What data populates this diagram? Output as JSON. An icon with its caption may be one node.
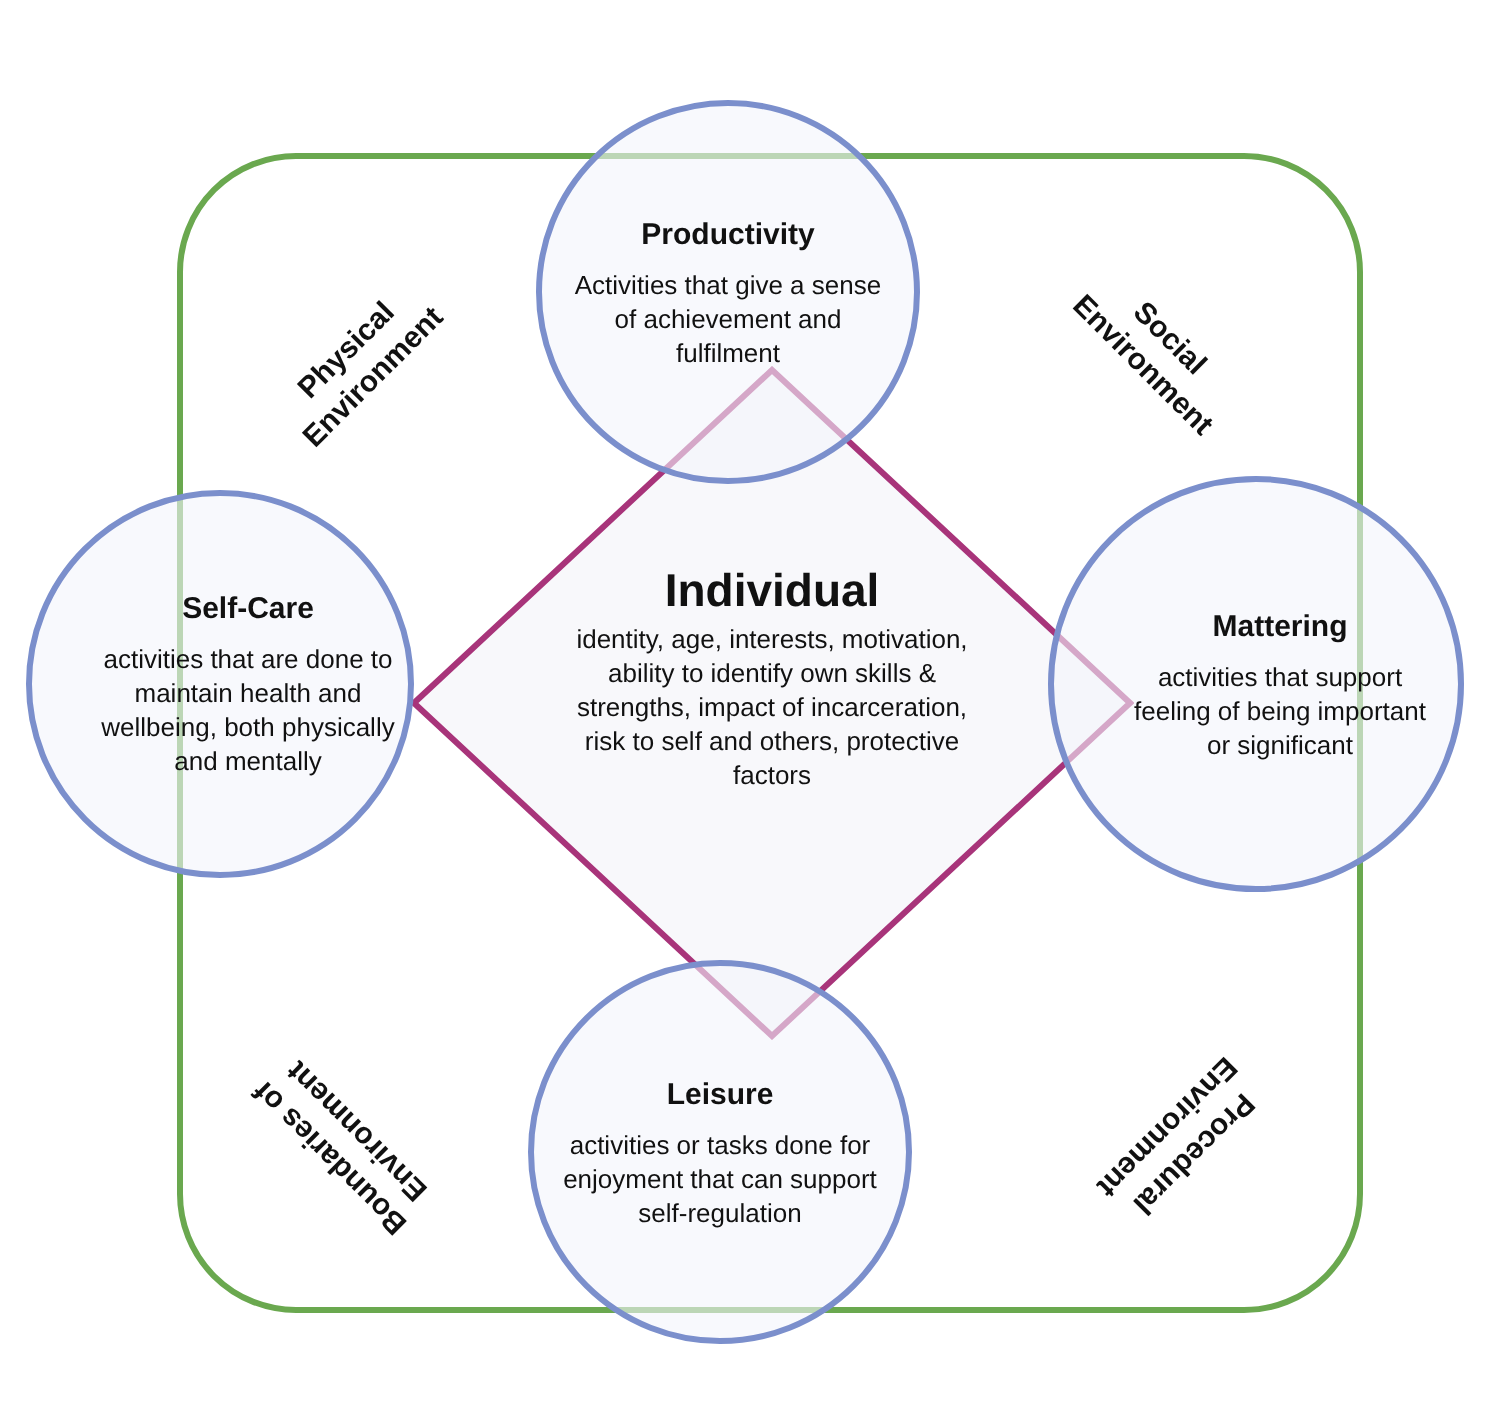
{
  "diagram": {
    "nodes": [
      {
        "text": [
          "Productivity",
          "Activities that give a sense of achievement and fulfilment"
        ]
      },
      {
        "text": [
          "Self-Care",
          "activities that are done to maintain health and wellbeing, both physically and mentally"
        ]
      },
      {
        "text": [
          "Individual",
          "identity, age, interests, motivation, ability to identify own skills & strengths, impact of incarceration, risk to self and others, protective factors"
        ]
      },
      {
        "text": [
          "Mattering",
          "activities that support feeling of being important or significant"
        ]
      },
      {
        "text": [
          "Leisure",
          "activities or tasks done for enjoyment that can support self-regulation"
        ]
      }
    ],
    "labels": [
      "Physical Environment",
      "Social Environment",
      "Boundaries of Environment",
      "Procedural Environment"
    ]
  }
}
